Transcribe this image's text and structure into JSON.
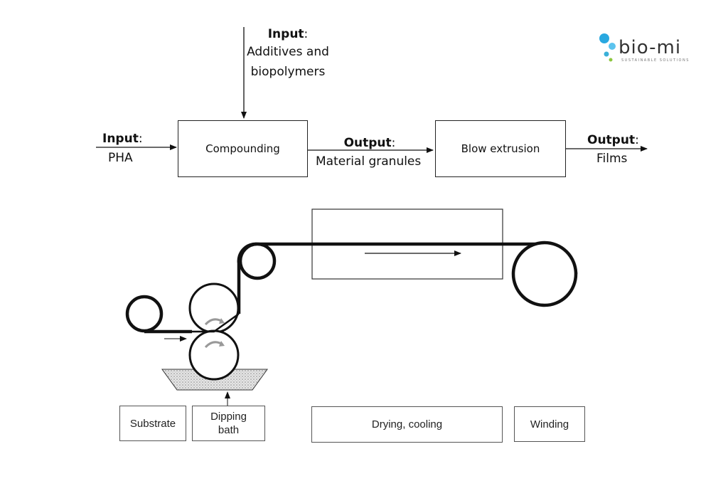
{
  "logo": {
    "text": "bio-mi",
    "tagline": "SUSTAINABLE SOLUTIONS",
    "dot_colors": [
      "#29a8e0",
      "#5cc3ee",
      "#8dc63f",
      "#3ab0d8"
    ]
  },
  "flow": {
    "input_additives": {
      "title": "Input",
      "line1": "Additives and",
      "line2": "biopolymers"
    },
    "input_pha": {
      "title": "Input",
      "value": "PHA"
    },
    "compounding": "Compounding",
    "output_granules": {
      "title": "Output",
      "value": "Material granules"
    },
    "blow_extrusion": "Blow extrusion",
    "output_films": {
      "title": "Output",
      "value": "Films"
    }
  },
  "process": {
    "substrate": "Substrate",
    "dipping_bath_line1": "Dipping",
    "dipping_bath_line2": "bath",
    "drying": "Drying, cooling",
    "winding": "Winding"
  }
}
